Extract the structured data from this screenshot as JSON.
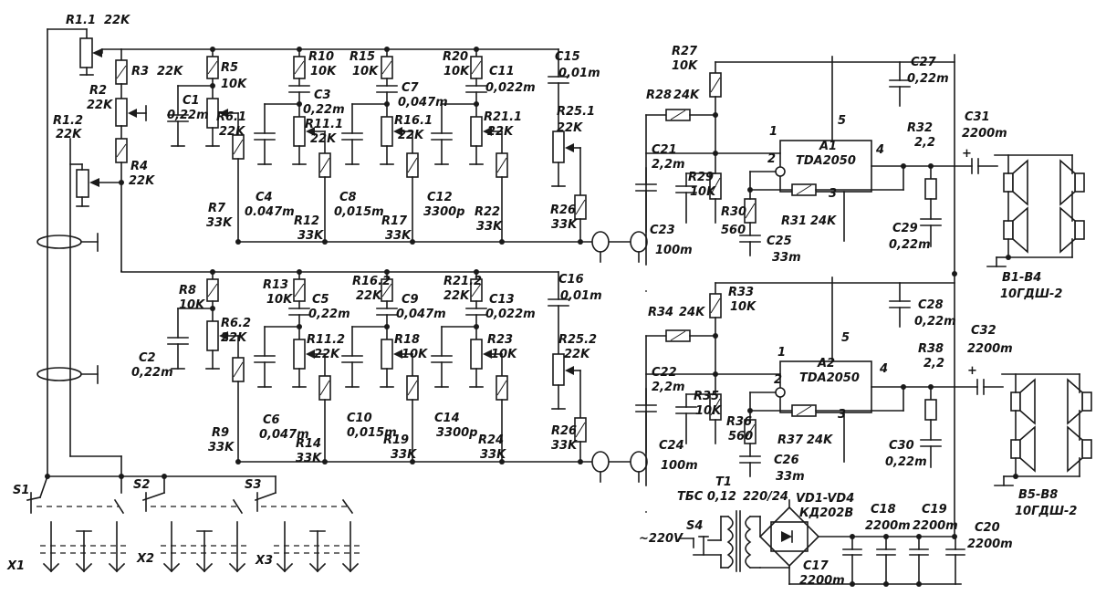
{
  "resistors": [
    {
      "ref": "R1.1",
      "val": "22K"
    },
    {
      "ref": "R1.2",
      "val": "22K"
    },
    {
      "ref": "R2",
      "val": "22K"
    },
    {
      "ref": "R3",
      "val": "22K"
    },
    {
      "ref": "R4",
      "val": "22K"
    },
    {
      "ref": "R5",
      "val": "10K"
    },
    {
      "ref": "R6.1",
      "val": "22K"
    },
    {
      "ref": "R6.2",
      "val": "22K"
    },
    {
      "ref": "R7",
      "val": "33K"
    },
    {
      "ref": "R8",
      "val": "10K"
    },
    {
      "ref": "R9",
      "val": "33K"
    },
    {
      "ref": "R10",
      "val": "10K"
    },
    {
      "ref": "R11.1",
      "val": "22K"
    },
    {
      "ref": "R11.2",
      "val": "22K"
    },
    {
      "ref": "R12",
      "val": "33K"
    },
    {
      "ref": "R13",
      "val": "10K"
    },
    {
      "ref": "R14",
      "val": "33K"
    },
    {
      "ref": "R15",
      "val": "10K"
    },
    {
      "ref": "R16.1",
      "val": "22K"
    },
    {
      "ref": "R16.2",
      "val": "22K"
    },
    {
      "ref": "R17",
      "val": "33K"
    },
    {
      "ref": "R18",
      "val": "10K"
    },
    {
      "ref": "R19",
      "val": "33K"
    },
    {
      "ref": "R20",
      "val": "10K"
    },
    {
      "ref": "R21.1",
      "val": "22K"
    },
    {
      "ref": "R21.2",
      "val": "22K"
    },
    {
      "ref": "R22",
      "val": "33K"
    },
    {
      "ref": "R23",
      "val": "10K"
    },
    {
      "ref": "R24",
      "val": "33K"
    },
    {
      "ref": "R25.1",
      "val": "22K"
    },
    {
      "ref": "R25.2",
      "val": "22K"
    },
    {
      "ref": "R26",
      "val": "33K"
    },
    {
      "ref": "R26",
      "val": "33K"
    },
    {
      "ref": "R27",
      "val": "10K"
    },
    {
      "ref": "R28",
      "val": "24K"
    },
    {
      "ref": "R29",
      "val": "10K"
    },
    {
      "ref": "R30",
      "val": "560"
    },
    {
      "ref": "R31",
      "val": "24K"
    },
    {
      "ref": "R32",
      "val": "2,2"
    },
    {
      "ref": "R33",
      "val": "10K"
    },
    {
      "ref": "R34",
      "val": "24K"
    },
    {
      "ref": "R35",
      "val": "10K"
    },
    {
      "ref": "R36",
      "val": "560"
    },
    {
      "ref": "R37",
      "val": "24K"
    },
    {
      "ref": "R38",
      "val": "2,2"
    }
  ],
  "capacitors": [
    {
      "ref": "C1",
      "val": "0,22m"
    },
    {
      "ref": "C2",
      "val": "0,22m"
    },
    {
      "ref": "C3",
      "val": "0,22m"
    },
    {
      "ref": "C4",
      "val": "0.047m"
    },
    {
      "ref": "C5",
      "val": "0,22m"
    },
    {
      "ref": "C6",
      "val": "0,047m"
    },
    {
      "ref": "C7",
      "val": "0,047m"
    },
    {
      "ref": "C8",
      "val": "0,015m"
    },
    {
      "ref": "C9",
      "val": "0,047m"
    },
    {
      "ref": "C10",
      "val": "0,015m"
    },
    {
      "ref": "C11",
      "val": "0,022m"
    },
    {
      "ref": "C12",
      "val": "3300p"
    },
    {
      "ref": "C13",
      "val": "0,022m"
    },
    {
      "ref": "C14",
      "val": "3300p"
    },
    {
      "ref": "C15",
      "val": "0,01m"
    },
    {
      "ref": "C16",
      "val": "0,01m"
    },
    {
      "ref": "C17",
      "val": "2200m"
    },
    {
      "ref": "C18",
      "val": "2200m"
    },
    {
      "ref": "C19",
      "val": "2200m"
    },
    {
      "ref": "C20",
      "val": "2200m"
    },
    {
      "ref": "C21",
      "val": "2,2m"
    },
    {
      "ref": "C22",
      "val": "2,2m"
    },
    {
      "ref": "C23",
      "val": "100m"
    },
    {
      "ref": "C24",
      "val": "100m"
    },
    {
      "ref": "C25",
      "val": "33m"
    },
    {
      "ref": "C26",
      "val": "33m"
    },
    {
      "ref": "C27",
      "val": "0,22m"
    },
    {
      "ref": "C28",
      "val": "0,22m"
    },
    {
      "ref": "C29",
      "val": "0,22m"
    },
    {
      "ref": "C30",
      "val": "0,22m"
    },
    {
      "ref": "C31",
      "val": "2200m"
    },
    {
      "ref": "C32",
      "val": "2200m"
    }
  ],
  "amplifiers": [
    {
      "ref": "A1",
      "part": "TDA2050",
      "pins": [
        "1",
        "2",
        "3",
        "4",
        "5"
      ]
    },
    {
      "ref": "A2",
      "part": "TDA2050",
      "pins": [
        "1",
        "2",
        "3",
        "4",
        "5"
      ]
    }
  ],
  "switches": [
    "S1",
    "S2",
    "S3",
    "S4"
  ],
  "connectors": [
    "X1",
    "X2",
    "X3"
  ],
  "speakers": [
    {
      "ref": "B1-B4",
      "type": "10ГДШ-2"
    },
    {
      "ref": "B5-B8",
      "type": "10ГДШ-2"
    }
  ],
  "power": {
    "transformer": "T1",
    "transformer_type": "ТБС 0,12",
    "ratio": "220/24",
    "bridge": "VD1-VD4",
    "diode": "КД202В",
    "mains": "~220V"
  },
  "marks": {
    "plus": "+"
  }
}
